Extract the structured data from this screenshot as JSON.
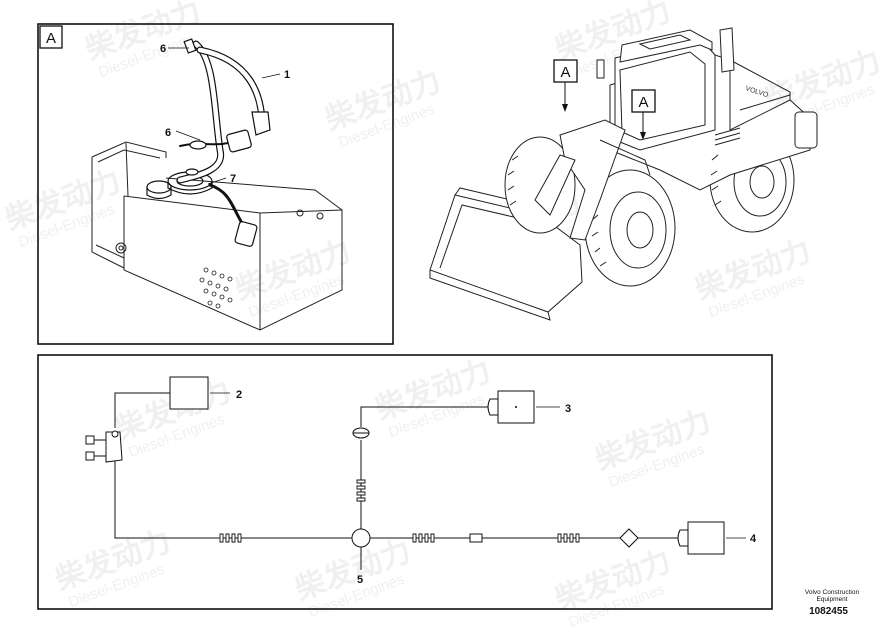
{
  "panel_a": {
    "label": "A",
    "callouts": [
      {
        "id": "1",
        "text": "1"
      },
      {
        "id": "6a",
        "text": "6"
      },
      {
        "id": "6b",
        "text": "6"
      },
      {
        "id": "7",
        "text": "7"
      }
    ]
  },
  "loader_view": {
    "labels": [
      "A",
      "A"
    ],
    "cab_text": "VOLVO"
  },
  "schematic": {
    "callouts": [
      "2",
      "3",
      "4",
      "5"
    ]
  },
  "watermark": {
    "chinese": "柴发动力",
    "english": "Diesel-Engines"
  },
  "footer": {
    "company_line1": "Volvo Construction",
    "company_line2": "Equipment",
    "drawing_number": "1082455"
  }
}
